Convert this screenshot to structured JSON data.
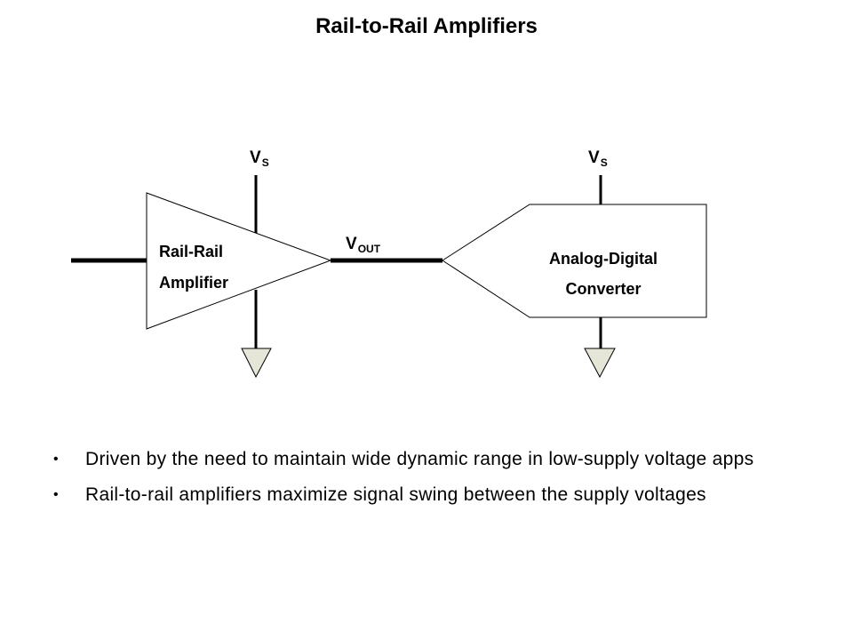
{
  "title": "Rail-to-Rail Amplifiers",
  "diagram": {
    "amp_supply": {
      "main": "V",
      "sub": "S"
    },
    "adc_supply": {
      "main": "V",
      "sub": "S"
    },
    "output": {
      "main": "V",
      "sub": "OUT"
    },
    "amplifier": {
      "line1": "Rail-Rail",
      "line2": "Amplifier"
    },
    "adc": {
      "line1": "Analog-Digital",
      "line2": "Converter"
    },
    "colors": {
      "ground_fill": "#e6e6d8",
      "stroke": "#000000"
    }
  },
  "bullets": [
    "Driven by the need to maintain wide dynamic range in low-supply voltage apps",
    "Rail-to-rail amplifiers maximize signal swing between the supply voltages"
  ]
}
